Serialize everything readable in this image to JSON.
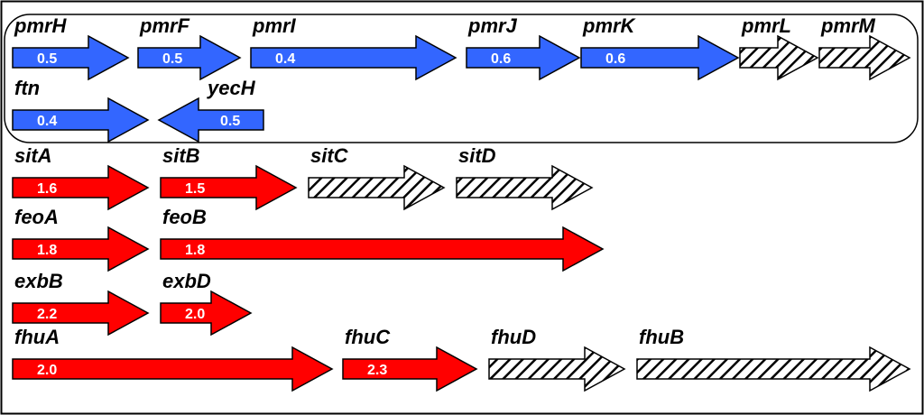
{
  "colors": {
    "blue": "#3366ff",
    "red": "#ff0000",
    "hatch_stroke": "#000000",
    "outline": "#000000"
  },
  "legend_note": "",
  "genes": [
    {
      "id": "pmrH",
      "name": "pmrH",
      "value": "0.5",
      "fill": "blue",
      "dir": "right",
      "row": 0
    },
    {
      "id": "pmrF",
      "name": "pmrF",
      "value": "0.5",
      "fill": "blue",
      "dir": "right",
      "row": 0
    },
    {
      "id": "pmrI",
      "name": "pmrI",
      "value": "0.4",
      "fill": "blue",
      "dir": "right",
      "row": 0
    },
    {
      "id": "pmrJ",
      "name": "pmrJ",
      "value": "0.6",
      "fill": "blue",
      "dir": "right",
      "row": 0
    },
    {
      "id": "pmrK",
      "name": "pmrK",
      "value": "0.6",
      "fill": "blue",
      "dir": "right",
      "row": 0
    },
    {
      "id": "pmrL",
      "name": "pmrL",
      "value": "",
      "fill": "hatch",
      "dir": "right",
      "row": 0
    },
    {
      "id": "pmrM",
      "name": "pmrM",
      "value": "",
      "fill": "hatch",
      "dir": "right",
      "row": 0
    },
    {
      "id": "ftn",
      "name": "ftn",
      "value": "0.4",
      "fill": "blue",
      "dir": "right",
      "row": 1
    },
    {
      "id": "yecH",
      "name": "yecH",
      "value": "0.5",
      "fill": "blue",
      "dir": "left",
      "row": 1
    },
    {
      "id": "sitA",
      "name": "sitA",
      "value": "1.6",
      "fill": "red",
      "dir": "right",
      "row": 2
    },
    {
      "id": "sitB",
      "name": "sitB",
      "value": "1.5",
      "fill": "red",
      "dir": "right",
      "row": 2
    },
    {
      "id": "sitC",
      "name": "sitC",
      "value": "",
      "fill": "hatch",
      "dir": "right",
      "row": 2
    },
    {
      "id": "sitD",
      "name": "sitD",
      "value": "",
      "fill": "hatch",
      "dir": "right",
      "row": 2
    },
    {
      "id": "feoA",
      "name": "feoA",
      "value": "1.8",
      "fill": "red",
      "dir": "right",
      "row": 3
    },
    {
      "id": "feoB",
      "name": "feoB",
      "value": "1.8",
      "fill": "red",
      "dir": "right",
      "row": 3
    },
    {
      "id": "exbB",
      "name": "exbB",
      "value": "2.2",
      "fill": "red",
      "dir": "right",
      "row": 4
    },
    {
      "id": "exbD",
      "name": "exbD",
      "value": "2.0",
      "fill": "red",
      "dir": "right",
      "row": 4
    },
    {
      "id": "fhuA",
      "name": "fhuA",
      "value": "2.0",
      "fill": "red",
      "dir": "right",
      "row": 5
    },
    {
      "id": "fhuC",
      "name": "fhuC",
      "value": "2.3",
      "fill": "red",
      "dir": "right",
      "row": 5
    },
    {
      "id": "fhuD",
      "name": "fhuD",
      "value": "",
      "fill": "hatch",
      "dir": "right",
      "row": 5
    },
    {
      "id": "fhuB",
      "name": "fhuB",
      "value": "",
      "fill": "hatch",
      "dir": "right",
      "row": 5
    }
  ]
}
